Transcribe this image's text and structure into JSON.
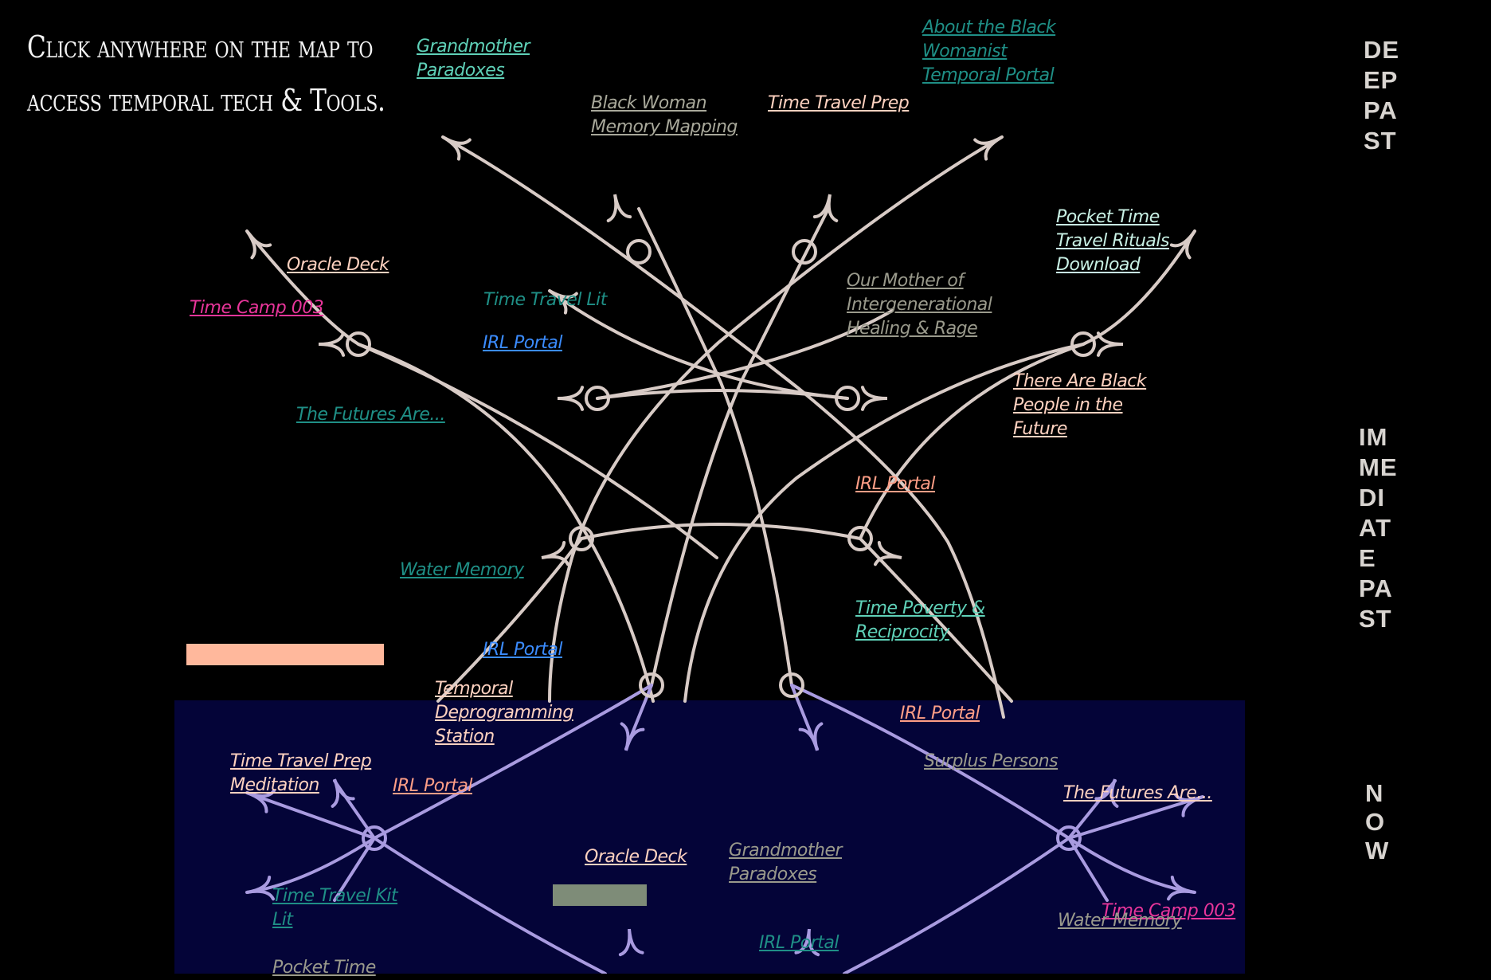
{
  "heading": {
    "line1": "Click anywhere on the map to",
    "line2": "access temporal tech & Tools."
  },
  "eras": {
    "deep_past": "DE\nEP\nPA\nST",
    "immediate_past": "IM\nME\nDI\nAT\nE\nPA\nST",
    "now": "N\nO\nW"
  },
  "links": [
    {
      "id": "grandmother-paradoxes-top",
      "text": "Grandmother\nParadoxes",
      "color": "#5fd1b8"
    },
    {
      "id": "black-woman-memory-mapping",
      "text": "Black Woman\nMemory Mapping",
      "color": "#a8a89a"
    },
    {
      "id": "time-travel-prep",
      "text": "Time Travel Prep",
      "color": "#ffd2c0"
    },
    {
      "id": "about-black-womanist-portal",
      "text": "About the Black\nWomanist\nTemporal Portal",
      "color": "#1f8f86"
    },
    {
      "id": "pocket-time-rituals",
      "text": "Pocket Time\nTravel Rituals\nDownload",
      "color": "#c8f0e4"
    },
    {
      "id": "oracle-deck-top",
      "text": "Oracle Deck",
      "color": "#ffd2c0"
    },
    {
      "id": "time-camp-003-top",
      "text": "Time Camp 003",
      "color": "#e8359a"
    },
    {
      "id": "time-travel-lit",
      "text": "Time Travel Lit",
      "color": "#1f8f86"
    },
    {
      "id": "irl-portal-1",
      "text": "IRL Portal",
      "color": "#3b8cff"
    },
    {
      "id": "our-mother-healing",
      "text": "Our Mother of\nIntergenerational\nHealing & Rage",
      "color": "#9a9a8c"
    },
    {
      "id": "futures-are-left",
      "text": "The Futures Are...",
      "color": "#1f8f86"
    },
    {
      "id": "black-people-future",
      "text": "There Are Black\nPeople in the\nFuture",
      "color": "#ffd2c0"
    },
    {
      "id": "irl-portal-2",
      "text": "IRL Portal",
      "color": "#ff9e86"
    },
    {
      "id": "water-memory-mid",
      "text": "Water Memory",
      "color": "#1f8f86"
    },
    {
      "id": "time-poverty",
      "text": "Time Poverty &\nReciprocity",
      "color": "#5fd1b8"
    },
    {
      "id": "irl-portal-3",
      "text": "IRL Portal",
      "color": "#3b8cff"
    },
    {
      "id": "temporal-deprogramming",
      "text": "Temporal\nDeprogramming\nStation",
      "color": "#ffd2c0"
    },
    {
      "id": "irl-portal-4",
      "text": "IRL Portal",
      "color": "#ff9e86"
    },
    {
      "id": "surplus-persons",
      "text": "Surplus Persons",
      "color": "#9a9a8c"
    },
    {
      "id": "time-travel-prep-meditation",
      "text": "Time Travel Prep\nMeditation",
      "color": "#ffd2c0"
    },
    {
      "id": "irl-portal-5",
      "text": "IRL Portal",
      "color": "#ff9e86"
    },
    {
      "id": "futures-are-right",
      "text": "The Futures Are...",
      "color": "#ffd2c0"
    },
    {
      "id": "oracle-deck-bottom",
      "text": "Oracle Deck",
      "color": "#ffd2c0"
    },
    {
      "id": "grandmother-paradoxes-bottom",
      "text": "Grandmother\nParadoxes",
      "color": "#9a9a8c"
    },
    {
      "id": "time-travel-kit-lit",
      "text": "Time Travel Kit\nLit",
      "color": "#1f8f86"
    },
    {
      "id": "time-camp-003-bottom",
      "text": "Time Camp 003",
      "color": "#e8359a"
    },
    {
      "id": "water-memory-bottom",
      "text": "Water Memory",
      "color": "#9a9a8c"
    },
    {
      "id": "irl-portal-6",
      "text": "IRL Portal",
      "color": "#1f8f86"
    },
    {
      "id": "pocket-time-bottom",
      "text": "Pocket Time",
      "color": "#9a9a8c"
    }
  ],
  "colors": {
    "background": "#000000",
    "now_band": "#040438",
    "line_past": "#d8cbc6",
    "line_now": "#a99be0",
    "swatch_salmon": "#ffb89c",
    "swatch_sage": "#7e8c78"
  }
}
